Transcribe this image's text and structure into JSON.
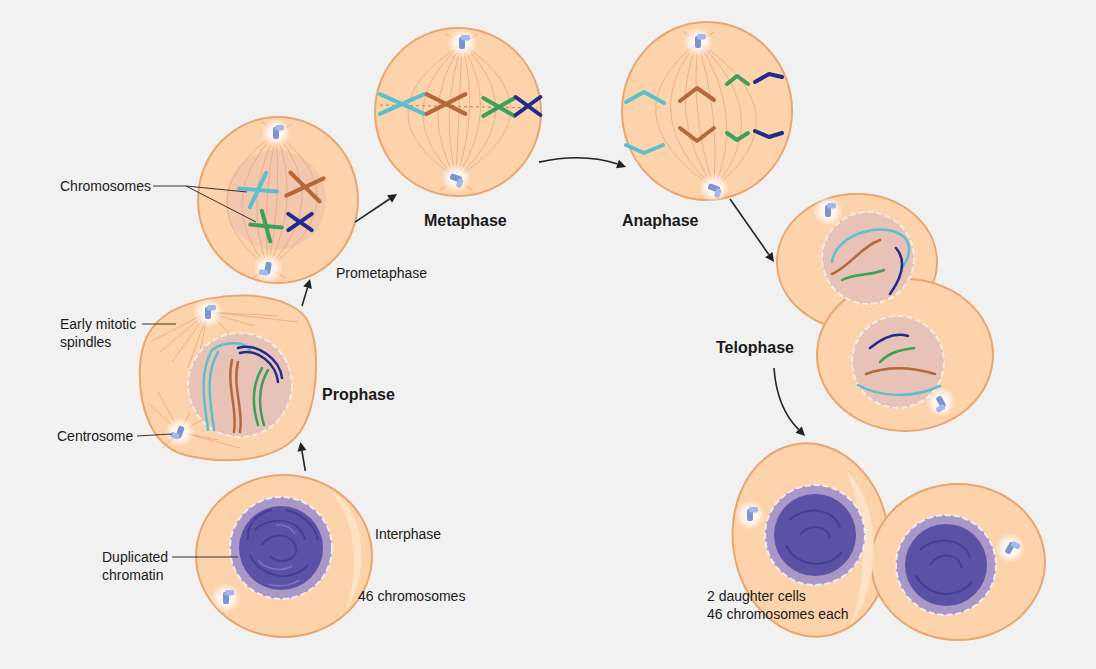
{
  "diagram": {
    "nodes": [
      {
        "text": [
          "Interphase",
          "46 chromosomes"
        ]
      },
      {
        "text": [
          "Prophase"
        ]
      },
      {
        "text": [
          "Prometaphase"
        ]
      },
      {
        "text": [
          "Metaphase"
        ]
      },
      {
        "text": [
          "Anaphase"
        ]
      },
      {
        "text": [
          "Telophase"
        ]
      },
      {
        "text": [
          "2 daughter cells",
          "46 chromosomes each"
        ]
      }
    ],
    "edges": [
      {
        "from": 0,
        "to": 1,
        "arrow": "to"
      },
      {
        "from": 1,
        "to": 2,
        "arrow": "to"
      },
      {
        "from": 2,
        "to": 3,
        "arrow": "to"
      },
      {
        "from": 3,
        "to": 4,
        "arrow": "to"
      },
      {
        "from": 4,
        "to": 5,
        "arrow": "to"
      },
      {
        "from": 5,
        "to": 6,
        "arrow": "to"
      }
    ],
    "labels": [
      "Chromosomes",
      "Early mitotic spindles",
      "Centrosome",
      "Duplicated chromatin"
    ]
  }
}
